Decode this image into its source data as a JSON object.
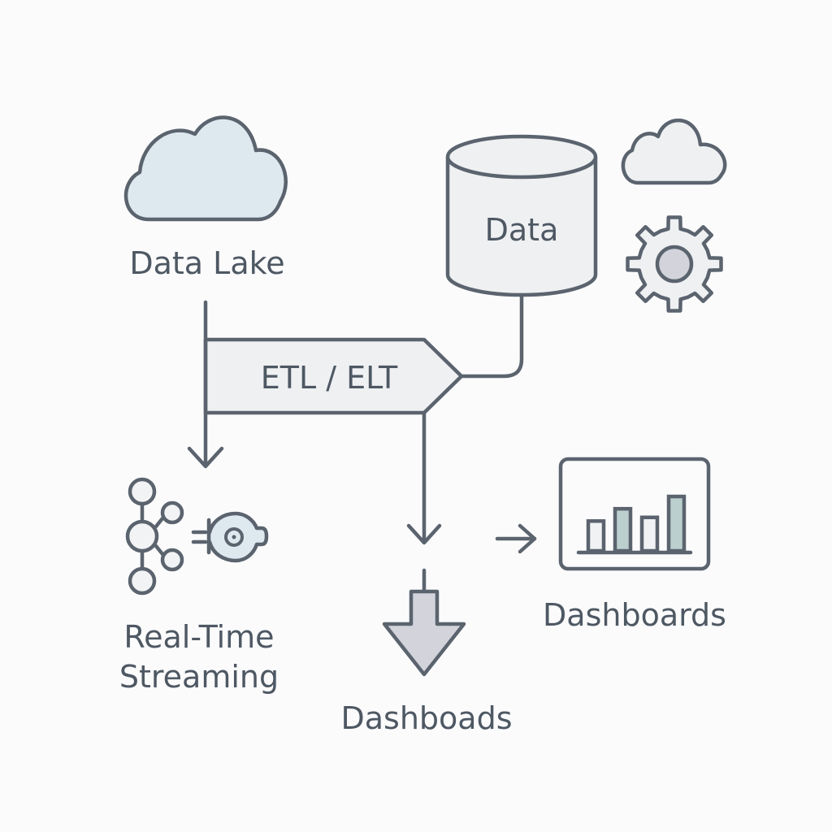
{
  "colors": {
    "stroke": "#5b646e",
    "text": "#4e5863",
    "cloud_fill": "#dde8ef",
    "box_fill": "#eef0f2",
    "gear_hub_fill": "#d3d4db",
    "bar_fill": "#f0f2f4",
    "bar_accent_fill": "#bccfcf",
    "background": "#fbfbfc"
  },
  "nodes": {
    "data_lake": {
      "label": "Data Lake",
      "icon": "cloud-icon"
    },
    "data_store": {
      "label": "Data",
      "icon": "database-cylinder-icon"
    },
    "cloud_small": {
      "icon": "cloud-icon"
    },
    "settings": {
      "icon": "gear-icon"
    },
    "etl": {
      "label": "ETL / ELT",
      "icon": "arrow-banner-icon"
    },
    "streaming": {
      "label_line1": "Real-Time",
      "label_line2": "Streaming",
      "icon": "stream-network-icon"
    },
    "dashboards_down": {
      "label": "Dashboads",
      "icon": "down-arrow-icon"
    },
    "dashboards": {
      "label": "Dashboards",
      "icon": "bar-chart-icon"
    }
  },
  "dashboard_chart": {
    "bar_heights_relative": [
      0.6,
      1.0,
      0.72,
      1.4
    ],
    "accent_bars": [
      1,
      3
    ]
  }
}
